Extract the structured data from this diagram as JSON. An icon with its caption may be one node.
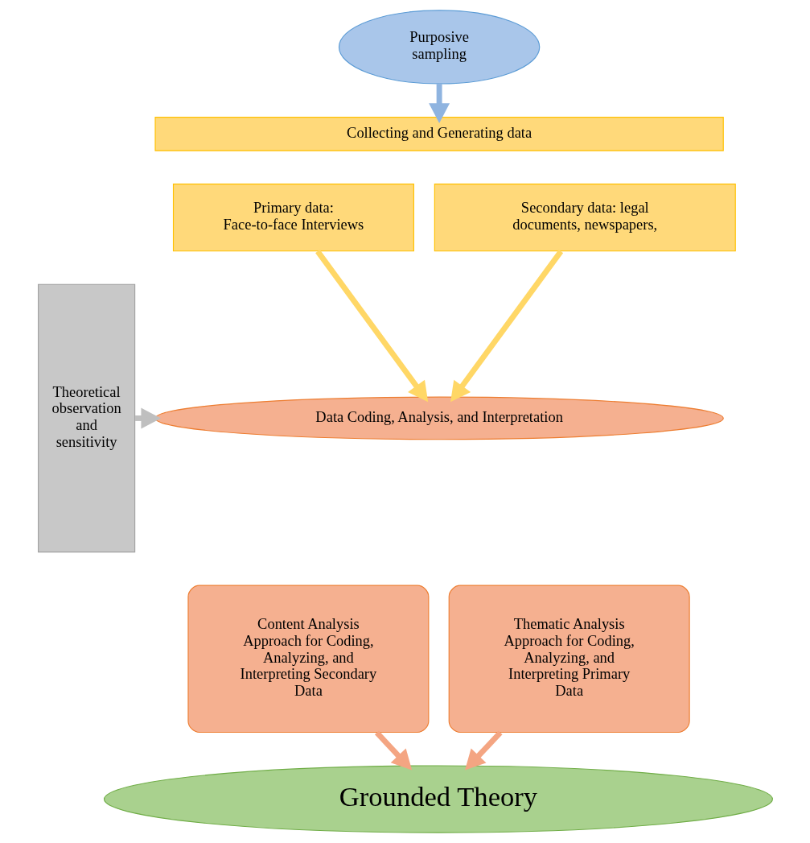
{
  "diagram": {
    "nodes": [
      {
        "text": [
          "Purposive sampling"
        ]
      },
      {
        "text": [
          "Collecting and Generating data"
        ]
      },
      {
        "text": [
          "Primary data: Face-to-face Interviews"
        ]
      },
      {
        "text": [
          "Secondary data: legal documents, newspapers,"
        ]
      },
      {
        "text": [
          "Data Coding, Analysis, and Interpretation"
        ]
      },
      {
        "text": [
          "Content Analysis Approach for Coding, Analyzing, and Interpreting Secondary Data"
        ]
      },
      {
        "text": [
          "Thematic Analysis Approach for Coding, Analyzing, and Interpreting Primary Data"
        ]
      },
      {
        "text": [
          "Grounded Theory"
        ]
      },
      {
        "text": [
          "Theoretical observation and sensitivity"
        ]
      }
    ],
    "edges": [
      {
        "from": 0,
        "to": 1,
        "arrow": "to",
        "color": "#8fb4e0"
      },
      {
        "from": 2,
        "to": 4,
        "arrow": "to",
        "color": "#ffd766"
      },
      {
        "from": 3,
        "to": 4,
        "arrow": "to",
        "color": "#ffd766"
      },
      {
        "from": 8,
        "to": 4,
        "arrow": "to",
        "color": "#bfbfbf"
      },
      {
        "from": 5,
        "to": 7,
        "arrow": "to",
        "color": "#f4a582"
      },
      {
        "from": 6,
        "to": 7,
        "arrow": "to",
        "color": "#f4a582"
      }
    ]
  }
}
